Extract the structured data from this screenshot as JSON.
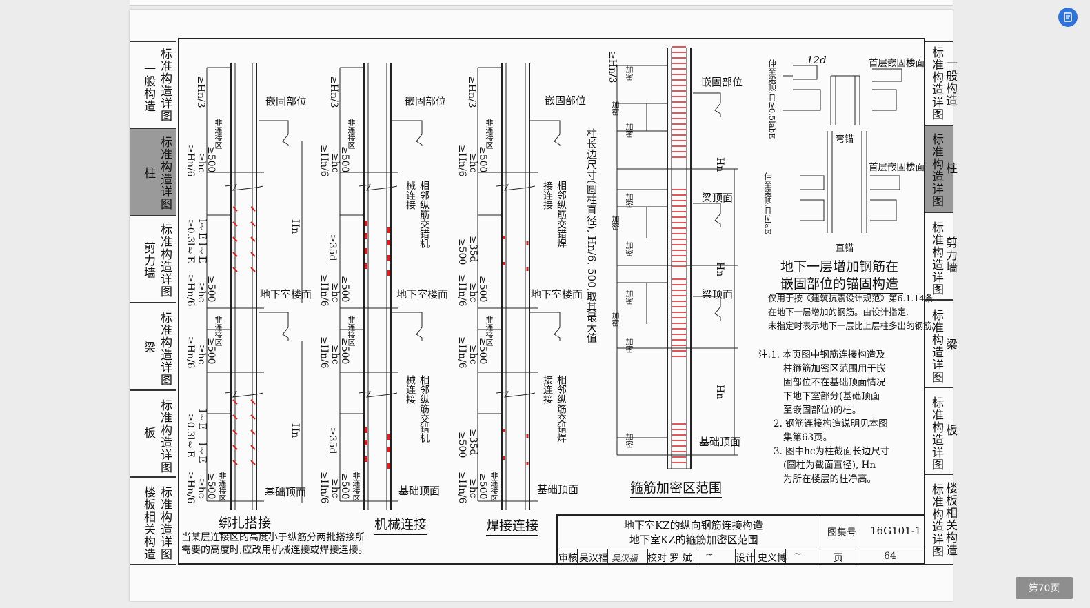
{
  "left_tabs": [
    {
      "title": "一般构造",
      "sub": "标准构造详图",
      "active": false
    },
    {
      "title": "柱",
      "sub": "标准构造详图",
      "active": true
    },
    {
      "title": "剪力墙",
      "sub": "标准构造详图",
      "active": false
    },
    {
      "title": "梁",
      "sub": "标准构造详图",
      "active": false
    },
    {
      "title": "板",
      "sub": "标准构造详图",
      "active": false
    },
    {
      "title": "楼板相关构造",
      "sub": "标准构造详图",
      "active": false
    }
  ],
  "right_tabs": [
    {
      "sub": "标准构造详图",
      "title": "一般构造",
      "active": false
    },
    {
      "sub": "标准构造详图",
      "title": "柱",
      "active": true
    },
    {
      "sub": "标准构造详图",
      "title": "剪力墙",
      "active": false
    },
    {
      "sub": "标准构造详图",
      "title": "梁",
      "active": false
    },
    {
      "sub": "标准构造详图",
      "title": "板",
      "active": false
    },
    {
      "sub": "标准构造详图",
      "title": "楼板相关构造",
      "active": false
    }
  ],
  "dims": {
    "hn3": "≥Hn/3",
    "hn6": "≥Hn/6",
    "hc": "≥hc",
    "d500": "≥500",
    "non_conn": "非连接区",
    "le03": "≥0.3lℓE",
    "le": "lℓE",
    "d35": "≥35d",
    "hn": "Hn"
  },
  "labels": {
    "embed": "嵌固部位",
    "basement_floor": "地下室楼面",
    "foundation_top": "基础顶面",
    "beam_top": "梁顶面",
    "mech_note": "相邻纵筋交错机械连接",
    "weld_note": "相邻纵筋交错焊接连接",
    "dense": "加密",
    "col_dim": "柱长边尺寸(圆柱直径), Hn/6, 500,取其最大值"
  },
  "captions": {
    "lap": "绑扎搭接",
    "mech": "机械连接",
    "weld": "焊接连接",
    "hoop": "箍筋加密区范围",
    "sub_title": "地下一层增加钢筋在嵌固部位的锚固构造"
  },
  "anchor": {
    "twelve_d": "12d",
    "first_floor": "首层嵌固楼面",
    "bent": "弯锚",
    "straight": "直锚",
    "dim1": "伸至梁顶,且≥0.5labE",
    "dim2": "伸至梁顶,且≥laE"
  },
  "explain": [
    "仅用于按《建筑抗震设计规范》第6.1.14条",
    "在地下一层增加的钢筋。由设计指定,",
    "未指定时表示地下一层比上层柱多出的钢筋。"
  ],
  "notes": [
    "注:1. 本页图中钢筋连接构造及",
    "柱箍筋加密区范围用于嵌",
    "固部位不在基础顶面情况",
    "下地下室部分(基础顶面",
    "至嵌固部位)的柱。",
    "2. 钢筋连接构造说明见本图",
    "集第63页。",
    "3. 图中hc为柱截面长边尺寸",
    "(圆柱为截面直径), Hn",
    "为所在楼层的柱净高。"
  ],
  "bottom_note": [
    "当某层连接区的高度小于纵筋分两批搭接所",
    "需要的高度时,应改用机械连接或焊接连接。"
  ],
  "title_block": {
    "title1": "地下室KZ的纵向钢筋连接构造",
    "title2": "地下室KZ的箍筋加密区范围",
    "atlas_label": "图集号",
    "atlas": "16G101-1",
    "page_label": "页",
    "page": "64",
    "review_label": "审核",
    "reviewer": "吴汉福",
    "check_label": "校对",
    "checker": "罗 斌",
    "design_label": "设计",
    "designer": "史义博"
  },
  "viewer": {
    "page_indicator": "第70页",
    "fab_icon": "document-convert-icon"
  },
  "colors": {
    "rebar_red": "#d42020",
    "line": "#222222",
    "tab_active": "#9a9a9a"
  }
}
